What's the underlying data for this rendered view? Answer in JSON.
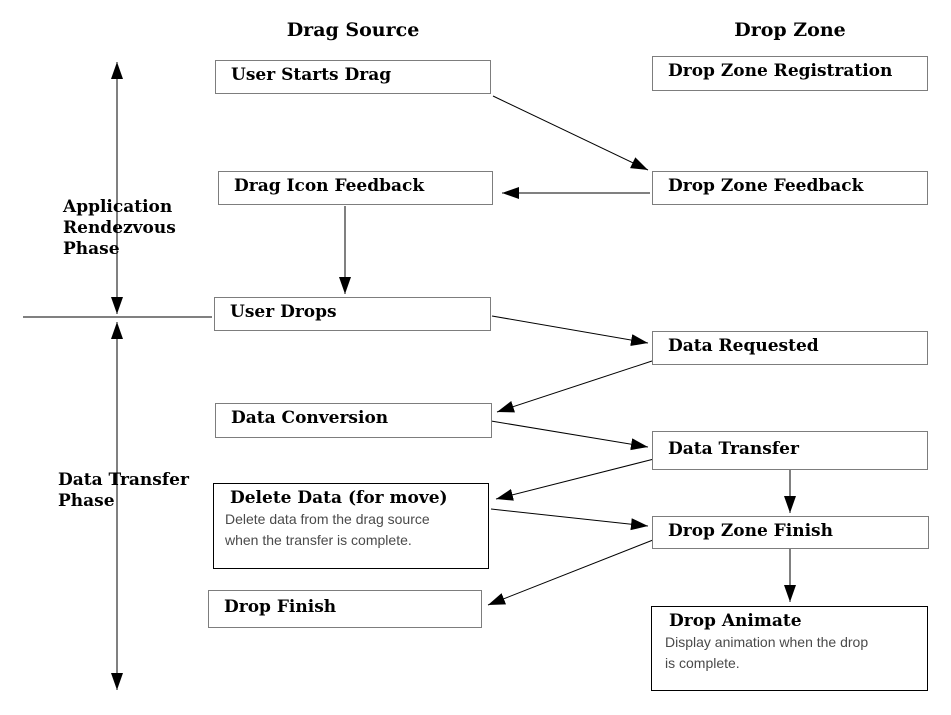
{
  "diagram": {
    "columns": {
      "drag_source": "Drag Source",
      "drop_zone": "Drop Zone"
    },
    "phases": {
      "application_rendezvous": "Application\nRendezvous\nPhase",
      "data_transfer": "Data Transfer\nPhase"
    },
    "boxes": {
      "user_starts_drag": {
        "title": "User Starts Drag"
      },
      "drop_zone_registration": {
        "title": "Drop Zone Registration"
      },
      "drag_icon_feedback": {
        "title": "Drag Icon Feedback"
      },
      "drop_zone_feedback": {
        "title": "Drop Zone Feedback"
      },
      "user_drops": {
        "title": "User Drops"
      },
      "data_requested": {
        "title": "Data Requested"
      },
      "data_conversion": {
        "title": "Data Conversion"
      },
      "data_transfer": {
        "title": "Data Transfer"
      },
      "delete_data": {
        "title": "Delete Data (for move)",
        "description": "Delete data from the drag source\nwhen the transfer is complete."
      },
      "drop_zone_finish": {
        "title": "Drop Zone Finish"
      },
      "drop_finish": {
        "title": "Drop Finish"
      },
      "drop_animate": {
        "title": "Drop Animate",
        "description": "Display animation when the drop\nis complete."
      }
    },
    "edges": [
      {
        "from": "user_starts_drag",
        "to": "drop_zone_feedback"
      },
      {
        "from": "drop_zone_feedback",
        "to": "drag_icon_feedback"
      },
      {
        "from": "drag_icon_feedback",
        "to": "user_drops"
      },
      {
        "from": "user_drops",
        "to": "data_requested"
      },
      {
        "from": "data_requested",
        "to": "data_conversion"
      },
      {
        "from": "data_conversion",
        "to": "data_transfer"
      },
      {
        "from": "data_transfer",
        "to": "delete_data"
      },
      {
        "from": "data_transfer",
        "to": "drop_zone_finish"
      },
      {
        "from": "delete_data",
        "to": "drop_zone_finish"
      },
      {
        "from": "drop_zone_finish",
        "to": "drop_finish"
      },
      {
        "from": "drop_zone_finish",
        "to": "drop_animate"
      }
    ],
    "colors": {
      "background": "#ffffff",
      "line": "#000000",
      "box_border": "#7d7d7d",
      "emphasis_box_border": "#000000",
      "title_text": "#000000",
      "description_text": "#4a4a4a"
    }
  }
}
